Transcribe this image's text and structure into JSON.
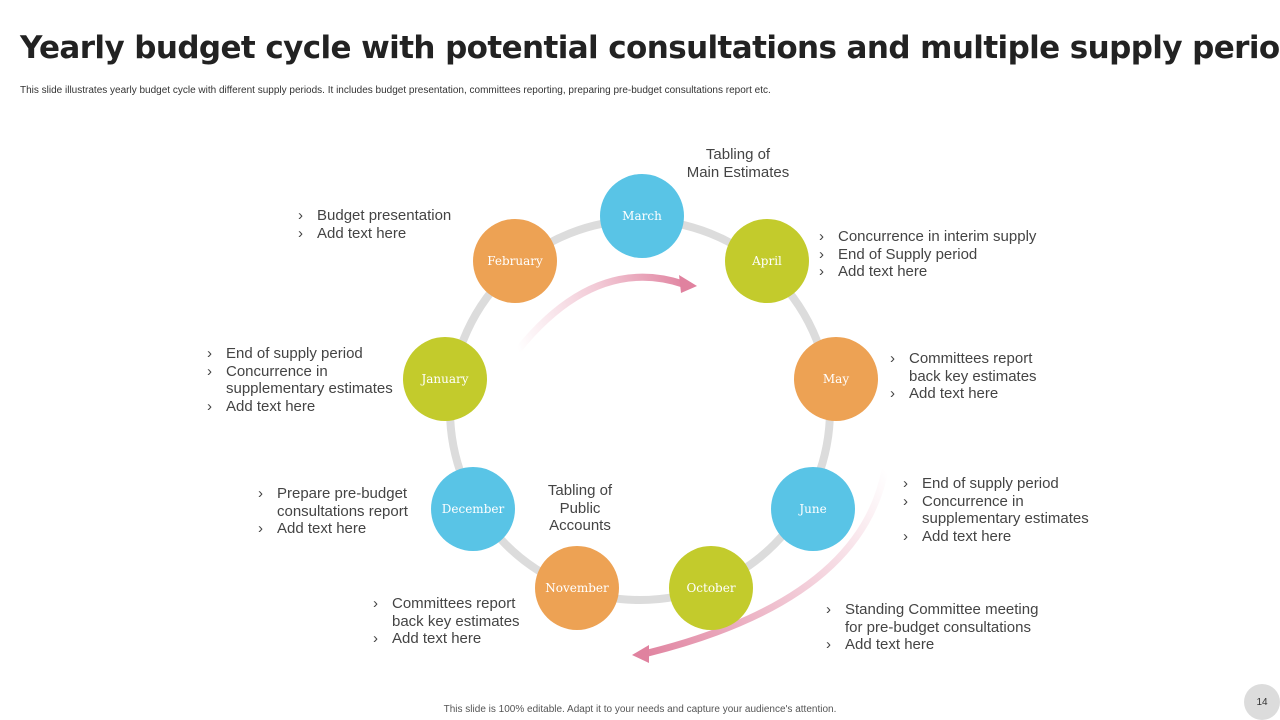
{
  "slide": {
    "title": "Yearly budget cycle with potential consultations and multiple supply periods",
    "subtitle": "This slide illustrates yearly budget cycle with different supply periods. It includes budget presentation, committees reporting, preparing pre-budget consultations report  etc.",
    "footer": "This slide is 100% editable. Adapt it to your needs and capture your audience's attention.",
    "page_number": "14"
  },
  "colors": {
    "blue": "#59c4e6",
    "orange": "#eda254",
    "green": "#c3cb2c",
    "ring": "#dcdcdc",
    "arrow": "#e0829f"
  },
  "months": [
    "March",
    "April",
    "May",
    "June",
    "October",
    "November",
    "December",
    "January",
    "February"
  ],
  "captions": {
    "march": [
      "Tabling of",
      "Main Estimates"
    ],
    "november": [
      "Tabling of",
      "Public",
      "Accounts"
    ]
  },
  "notes": {
    "february": [
      "Budget presentation",
      "Add text here"
    ],
    "april": [
      "Concurrence in interim supply",
      "End of Supply period",
      "Add text here"
    ],
    "may": [
      "Committees report back key estimates",
      "Add text here"
    ],
    "june": [
      "End of supply period",
      "Concurrence in supplementary estimates",
      "Add text here"
    ],
    "october": [
      "Standing Committee meeting for pre-budget consultations",
      "Add text here"
    ],
    "november": [
      "Committees report back key estimates",
      "Add text here"
    ],
    "december": [
      "Prepare pre-budget consultations report",
      "Add text here"
    ],
    "january": [
      "End of supply period",
      "Concurrence in supplementary estimates",
      "Add text here"
    ]
  }
}
